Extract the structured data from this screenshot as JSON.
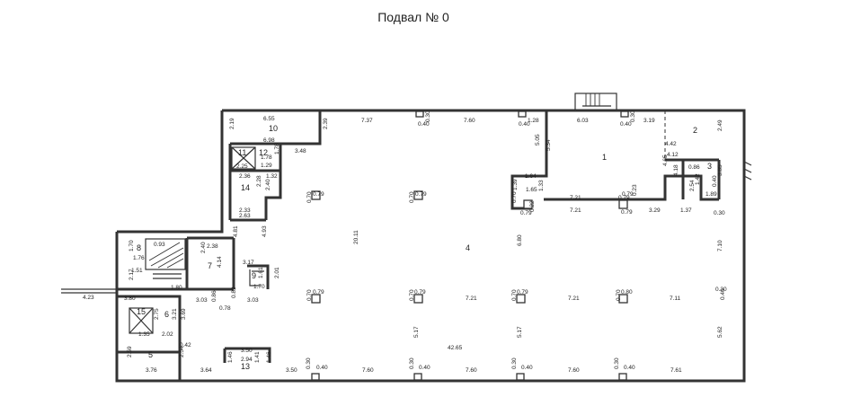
{
  "title": "Подвал № 0",
  "rooms": [
    "1",
    "2",
    "3",
    "4",
    "5",
    "6",
    "7",
    "8",
    "9",
    "10",
    "11",
    "12",
    "13",
    "14",
    "15"
  ],
  "dimensions": [
    "6.55",
    "2.19",
    "6.98",
    "2.39",
    "3.48",
    "1.78",
    "1.78",
    "1.29",
    "2.25",
    "7.37",
    "0.40",
    "0.30",
    "7.60",
    "0.40",
    "1.28",
    "6.03",
    "0.40",
    "0.30",
    "3.19",
    "2.49",
    "4.42",
    "5.05",
    "5.34",
    "4.12",
    "4.65",
    "4.18",
    "0.86",
    "1.42",
    "2.54",
    "1.89",
    "3.85",
    "0.40",
    "2.36",
    "1.32",
    "2.28",
    "2.40",
    "1.64",
    "1.65",
    "1.39",
    "1.33",
    "0.79",
    "0.79",
    "0.79",
    "0.70",
    "0.70",
    "7.21",
    "0.23",
    "0.79",
    "0.22",
    "0.79",
    "0.70",
    "7.21",
    "0.79",
    "3.29",
    "1.37",
    "0.30",
    "2.33",
    "2.63",
    "4.81",
    "4.93",
    "20.11",
    "6.80",
    "7.10",
    "1.70",
    "1.76",
    "0.93",
    "2.38",
    "2.40",
    "1.51",
    "2.17",
    "1.80",
    "4.23",
    "3.17",
    "4.14",
    "1.61",
    "1.70",
    "2.01",
    "3.80",
    "3.03",
    "0.86",
    "0.78",
    "0.83",
    "3.03",
    "0.79",
    "0.79",
    "0.79",
    "0.80",
    "0.70",
    "0.70",
    "7.21",
    "0.70",
    "7.21",
    "0.70",
    "7.11",
    "0.30",
    "0.40",
    "2.75",
    "3.21",
    "3.69",
    "2.02",
    "1.35",
    "5.17",
    "5.17",
    "5.62",
    "42.65",
    "0.42",
    "2.59",
    "2.54",
    "3.50",
    "2.94",
    "1.46",
    "1.41",
    "1.46",
    "3.76",
    "3.64",
    "3.50",
    "0.30",
    "0.40",
    "7.60",
    "0.30",
    "0.40",
    "7.60",
    "0.30",
    "0.40",
    "7.60",
    "0.30",
    "0.40",
    "7.61"
  ]
}
